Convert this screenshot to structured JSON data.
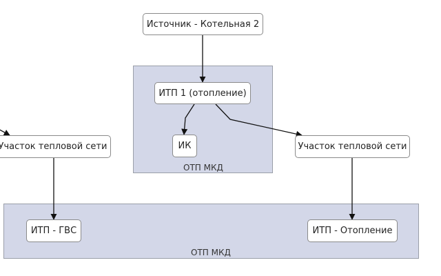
{
  "clusters": {
    "top_label": "ОТП МКД",
    "bottom_label": "ОТП МКД"
  },
  "nodes": {
    "source": "Источник - Котельная 2",
    "itp1": "ИТП 1 (отопление)",
    "ik": "ИК",
    "section_left": "Участок тепловой сети",
    "section_right": "Участок тепловой сети",
    "itp_gvs": "ИТП - ГВС",
    "itp_heating": "ИТП - Отопление"
  },
  "colors": {
    "cluster_fill": "#d3d7e8",
    "cluster_border": "#9a9ea8",
    "node_border": "#8a8a8a",
    "edge": "#111111"
  }
}
